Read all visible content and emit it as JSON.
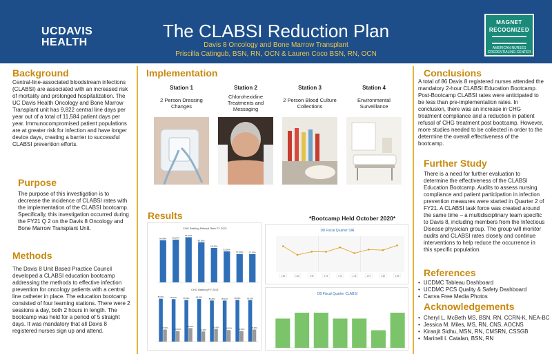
{
  "header": {
    "logo_line1": "UCDAVIS",
    "logo_line2": "HEALTH",
    "title": "The CLABSI Reduction Plan",
    "subtitle": "Davis 8 Oncology and Bone Marrow Transplant",
    "authors": "Priscilla Catingub, BSN, RN, OCN  & Lauren Coco BSN, RN, OCN",
    "magnet_line1": "MAGNET",
    "magnet_line2": "RECOGNIZED",
    "magnet_line3": "AMERICAN NURSES CREDENTIALING CENTER"
  },
  "background": {
    "heading": "Background",
    "text": "Central-line-associated bloodstream infections (CLABSI) are associated with an increased risk of mortality and prolonged hospitalization. The UC Davis Health Oncology and Bone Marrow Transplant unit has 9,822 central line days per year out of a total of 11,584 patient days per year. Immunocompromised patient populations are at greater risk for infection and have longer device days, creating a barrier to successful CLABSI prevention efforts."
  },
  "purpose": {
    "heading": "Purpose",
    "text": "The purpose of this investigation is to decrease the incidence of CLABSI rates with the implementation of the CLABSI bootcamp. Specifically, this investigation occurred during the FY21 Q 2 on the Davis 8 Oncology and Bone Marrow Transplant Unit."
  },
  "methods": {
    "heading": "Methods",
    "text": "The Davis 8 Unit Based Practice Council developed a CLABSI education bootcamp addressing the methods to effective infection prevention for oncology patients with a central line catheter in place. The education bootcamp consisted of four learning stations. There were 2 sessions a day, both 2 hours in length. The bootcamp was held for a period of 5 straight days. It was mandatory that all Davis 8 registered nurses sign up and attend."
  },
  "implementation": {
    "heading": "Implementation",
    "stations": [
      {
        "title": "Station 1",
        "desc": "2 Person Dressing Changes"
      },
      {
        "title": "Station 2",
        "desc": "Chlorohexidine Treatments and Messaging"
      },
      {
        "title": "Station 3",
        "desc": "2 Person Blood Culture Collections"
      },
      {
        "title": "Station 4",
        "desc": "Environmental Surveillance"
      }
    ]
  },
  "results": {
    "heading": "Results",
    "bootcamp_note": "*Bootcamp Held October 2020*"
  },
  "conclusions": {
    "heading": "Conclusions",
    "text": "A total of 86 Davis 8 registered nurses attended the mandatory 2-hour CLABSI Education Bootcamp. Post-Bootcamp CLABSI rates were anticipated to be less than pre-implementation rates. In conclusion, there was an increase in CHG treatment compliance and a reduction in patient refusal of CHG treatment post bootcamp. However, more studies needed to be collected in order to the determine the overall effectiveness of the bootcamp."
  },
  "further_study": {
    "heading": "Further Study",
    "text": "There is a need for further evaluation to determine the effectiveness of the CLABSI Education Bootcamp. Audits to assess nursing compliance and patient participation in infection prevention measures were started in Quarter 2 of FY21.  A CLABSI task force was created around the same time – a multidisciplinary team specific to Davis 8, including members from the Infectious Disease physician group. The group will monitor audits and CLABSI rates closely and continue interventions to help reduce the occurrence in this specific population."
  },
  "references": {
    "heading": "References",
    "items": [
      "UCDMC Tableau Dashboard",
      "UCDMC PCS Quality & Safety Dashboard",
      "Canva Free Media Photos"
    ]
  },
  "acknowledgements": {
    "heading": "Acknowledgements",
    "items": [
      "Cheryl L. McBeth MS, BSN, RN, CCRN-K, NEA-BC",
      "Jessica M. Miles, MS, RN, CNS, AOCNS",
      "Kiranjit Sidhu, MSN, RN, CMSRN, CSSGB",
      "Marinell I. Catalan, BSN, RN"
    ]
  },
  "colors": {
    "header_bg": "#1d4e8a",
    "heading_gold": "#c88a0f",
    "bar_blue": "#2f6fb8",
    "bar_green": "#7cc46a",
    "bar_gray": "#9a9a9a"
  },
  "chart_data": [
    {
      "type": "bar",
      "title": "CHG Bathing Refusal Rate FY 2021",
      "values": [
        84.98,
        86.24,
        91.02,
        80.9,
        69.45,
        62.5,
        57.3,
        57.0
      ]
    },
    {
      "type": "bar",
      "title": "CHG Bathing FY 2021",
      "series": [
        {
          "values": [
            89.02,
            88.15,
            86.32,
            88.4,
            85.2,
            85.12,
            86.5,
            86.0
          ]
        },
        {
          "values": [
            25.0,
            22.0,
            28.0,
            21.0,
            26.0,
            24.0,
            22.0,
            25.0
          ]
        }
      ]
    },
    {
      "type": "line",
      "title": "D8 Fiscal Quarter SIR",
      "values": [
        1.8,
        1.2,
        1.42,
        1.41,
        1.72,
        1.32,
        1.57,
        1.53,
        1.86
      ]
    },
    {
      "type": "bar",
      "title": "D8 Fiscal Quarter CLABSI",
      "values": [
        5,
        6,
        6,
        5,
        5,
        3,
        6
      ]
    }
  ]
}
